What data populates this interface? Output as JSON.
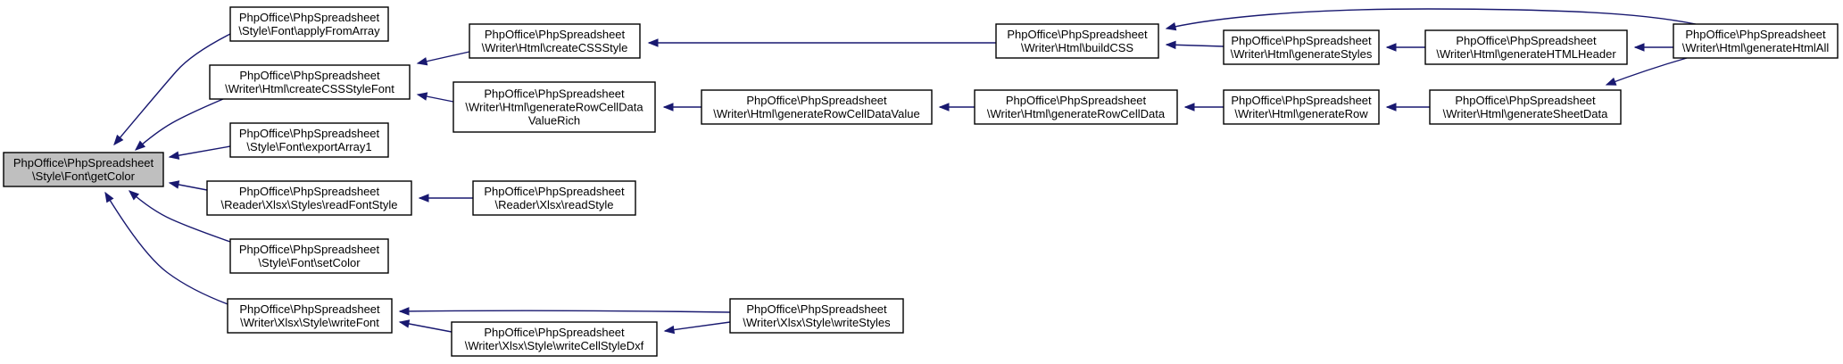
{
  "graph": {
    "nodes": [
      {
        "id": "getColor",
        "lines": [
          "PhpOffice\\PhpSpreadsheet",
          "\\Style\\Font\\getColor"
        ],
        "focus": true
      },
      {
        "id": "applyFromArray",
        "lines": [
          "PhpOffice\\PhpSpreadsheet",
          "\\Style\\Font\\applyFromArray"
        ]
      },
      {
        "id": "createCSSStyleFont",
        "lines": [
          "PhpOffice\\PhpSpreadsheet",
          "\\Writer\\Html\\createCSSStyleFont"
        ]
      },
      {
        "id": "exportArray1",
        "lines": [
          "PhpOffice\\PhpSpreadsheet",
          "\\Style\\Font\\exportArray1"
        ]
      },
      {
        "id": "readFontStyle",
        "lines": [
          "PhpOffice\\PhpSpreadsheet",
          "\\Reader\\Xlsx\\Styles\\readFontStyle"
        ]
      },
      {
        "id": "setColor",
        "lines": [
          "PhpOffice\\PhpSpreadsheet",
          "\\Style\\Font\\setColor"
        ]
      },
      {
        "id": "writeFont",
        "lines": [
          "PhpOffice\\PhpSpreadsheet",
          "\\Writer\\Xlsx\\Style\\writeFont"
        ]
      },
      {
        "id": "createCSSStyle",
        "lines": [
          "PhpOffice\\PhpSpreadsheet",
          "\\Writer\\Html\\createCSSStyle"
        ]
      },
      {
        "id": "generateRowCellDataValueRich",
        "lines": [
          "PhpOffice\\PhpSpreadsheet",
          "\\Writer\\Html\\generateRowCellData",
          "ValueRich"
        ]
      },
      {
        "id": "readStyle",
        "lines": [
          "PhpOffice\\PhpSpreadsheet",
          "\\Reader\\Xlsx\\readStyle"
        ]
      },
      {
        "id": "writeCellStyleDxf",
        "lines": [
          "PhpOffice\\PhpSpreadsheet",
          "\\Writer\\Xlsx\\Style\\writeCellStyleDxf"
        ]
      },
      {
        "id": "generateRowCellDataValue",
        "lines": [
          "PhpOffice\\PhpSpreadsheet",
          "\\Writer\\Html\\generateRowCellDataValue"
        ]
      },
      {
        "id": "writeStyles",
        "lines": [
          "PhpOffice\\PhpSpreadsheet",
          "\\Writer\\Xlsx\\Style\\writeStyles"
        ]
      },
      {
        "id": "buildCSS",
        "lines": [
          "PhpOffice\\PhpSpreadsheet",
          "\\Writer\\Html\\buildCSS"
        ]
      },
      {
        "id": "generateRowCellData",
        "lines": [
          "PhpOffice\\PhpSpreadsheet",
          "\\Writer\\Html\\generateRowCellData"
        ]
      },
      {
        "id": "generateStyles",
        "lines": [
          "PhpOffice\\PhpSpreadsheet",
          "\\Writer\\Html\\generateStyles"
        ]
      },
      {
        "id": "generateRow",
        "lines": [
          "PhpOffice\\PhpSpreadsheet",
          "\\Writer\\Html\\generateRow"
        ]
      },
      {
        "id": "generateHTMLHeader",
        "lines": [
          "PhpOffice\\PhpSpreadsheet",
          "\\Writer\\Html\\generateHTMLHeader"
        ]
      },
      {
        "id": "generateSheetData",
        "lines": [
          "PhpOffice\\PhpSpreadsheet",
          "\\Writer\\Html\\generateSheetData"
        ]
      },
      {
        "id": "generateHtmlAll",
        "lines": [
          "PhpOffice\\PhpSpreadsheet",
          "\\Writer\\Html\\generateHtmlAll"
        ]
      }
    ],
    "edges": [
      {
        "from": "applyFromArray",
        "to": "getColor"
      },
      {
        "from": "createCSSStyleFont",
        "to": "getColor"
      },
      {
        "from": "exportArray1",
        "to": "getColor"
      },
      {
        "from": "readFontStyle",
        "to": "getColor"
      },
      {
        "from": "setColor",
        "to": "getColor"
      },
      {
        "from": "writeFont",
        "to": "getColor"
      },
      {
        "from": "createCSSStyle",
        "to": "createCSSStyleFont"
      },
      {
        "from": "generateRowCellDataValueRich",
        "to": "createCSSStyleFont"
      },
      {
        "from": "readStyle",
        "to": "readFontStyle"
      },
      {
        "from": "writeStyles",
        "to": "writeFont"
      },
      {
        "from": "writeCellStyleDxf",
        "to": "writeFont"
      },
      {
        "from": "writeStyles",
        "to": "writeCellStyleDxf"
      },
      {
        "from": "buildCSS",
        "to": "createCSSStyle"
      },
      {
        "from": "generateRowCellDataValue",
        "to": "generateRowCellDataValueRich"
      },
      {
        "from": "generateRowCellData",
        "to": "generateRowCellDataValue"
      },
      {
        "from": "generateRow",
        "to": "generateRowCellData"
      },
      {
        "from": "generateSheetData",
        "to": "generateRow"
      },
      {
        "from": "generateHtmlAll",
        "to": "generateSheetData"
      },
      {
        "from": "generateStyles",
        "to": "buildCSS"
      },
      {
        "from": "generateHtmlAll",
        "to": "buildCSS"
      },
      {
        "from": "generateHTMLHeader",
        "to": "generateStyles"
      },
      {
        "from": "generateHtmlAll",
        "to": "generateHTMLHeader"
      }
    ]
  }
}
